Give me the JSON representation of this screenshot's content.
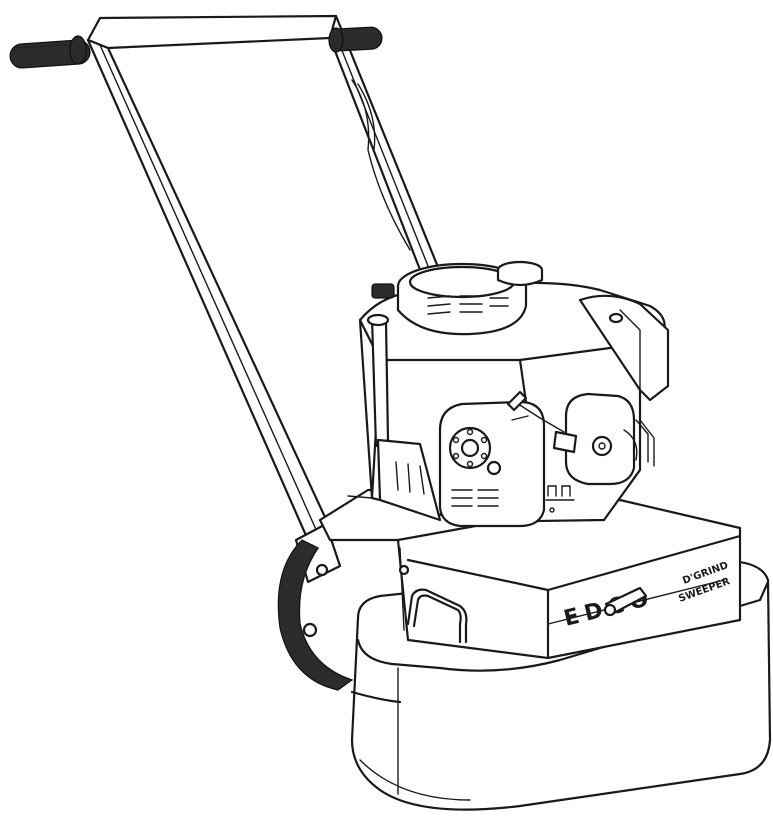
{
  "image": {
    "subject": "floor-grinder-line-drawing",
    "style": "black-and-white-technical-illustration"
  },
  "labels": {
    "brand": "EDCO",
    "model_line1": "D'GRIND",
    "model_line2": "SWEEPER"
  },
  "colors": {
    "ink": "#1a1a1a",
    "paper": "#ffffff",
    "grip": "#2b2b2b"
  }
}
